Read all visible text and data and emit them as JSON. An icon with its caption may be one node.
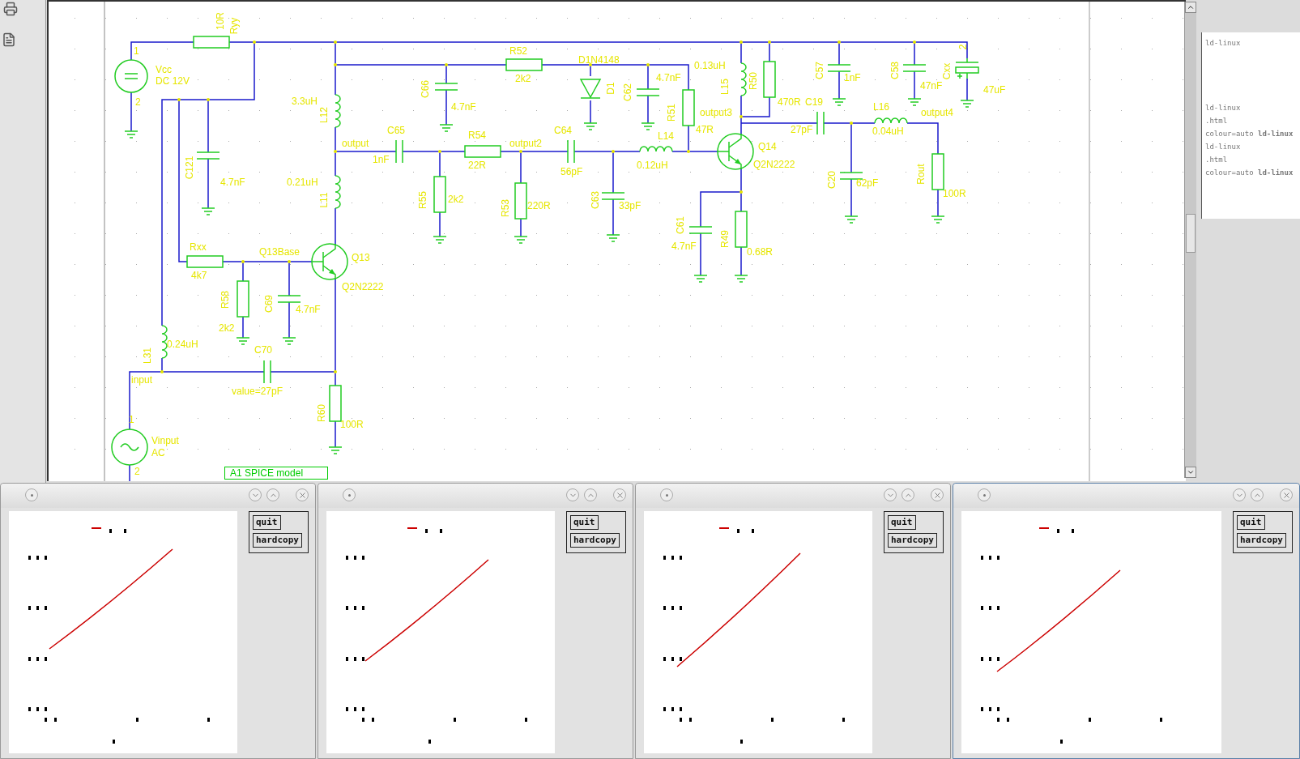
{
  "diagram": {
    "nodes": [
      {
        "text": [
          "A1 SPICE model"
        ]
      }
    ],
    "labels": [
      "10R",
      "Ryy",
      "1",
      "Vcc",
      "DC 12V",
      "2",
      "R52",
      "D1N4148",
      "0.13uH",
      "2",
      "C66",
      "4.7nF",
      "2k2",
      "D1",
      "C62",
      "4.7nF",
      "L15",
      "R50",
      "C57",
      "1nF",
      "C58",
      "47nF",
      "Cxx",
      "47uF",
      "3.3uH",
      "L12",
      "470R",
      "C19",
      "R51",
      "output3",
      "L16",
      "output4",
      "C121",
      "C65",
      "output",
      "R54",
      "output2",
      "C64",
      "47R",
      "27pF",
      "0.04uH",
      "L14",
      "1nF",
      "22R",
      "56pF",
      "0.12uH",
      "Q14",
      "Q2N2222",
      "4.7nF",
      "0.21uH",
      "C20",
      "62pF",
      "Rout",
      "100R",
      "L11",
      "R55",
      "2k2",
      "R53",
      "220R",
      "C63",
      "33pF",
      "C61",
      "R49",
      "4.7nF",
      "0.68R",
      "Rxx",
      "Q13Base",
      "Q13",
      "4k7",
      "Q2N2222",
      "R58",
      "C69",
      "4.7nF",
      "2k2",
      "0.24uH",
      "C70",
      "L31",
      "input",
      "value=27pF",
      "R60",
      "1",
      "100R",
      "Vinput",
      "AC",
      "2",
      "ld-linux",
      "ld-linux",
      ".html",
      "colour=auto **ld-linux**",
      "ld-linux",
      ".html",
      "colour=auto **ld-linux**",
      "quit",
      "hardcopy",
      "quit",
      "hardcopy",
      "quit",
      "hardcopy",
      "quit",
      "hardcopy"
    ]
  }
}
